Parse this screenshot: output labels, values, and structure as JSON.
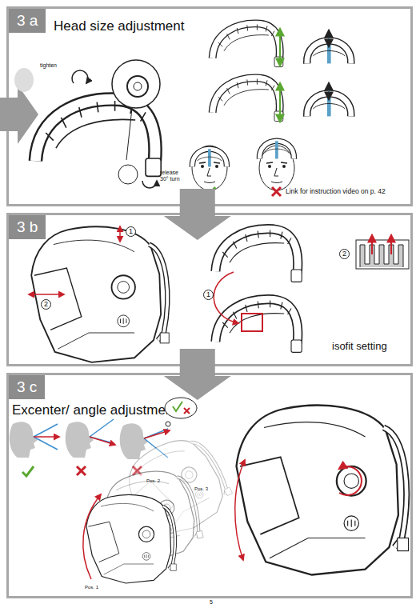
{
  "diagram": {
    "nodes": [
      {
        "text": [
          "3 a",
          "Head size adjustment"
        ]
      },
      {
        "text": [
          "3 b"
        ]
      },
      {
        "text": [
          "3 c",
          "Excenter/ angle adjustment"
        ]
      }
    ],
    "edges": [
      {
        "from": 0,
        "to": 1,
        "arrow": "to"
      },
      {
        "from": 1,
        "to": 2,
        "arrow": "to"
      }
    ],
    "labels": [
      "tighten",
      "release 30° turn",
      "Link for instruction video on p. 42",
      "1",
      "2",
      "1",
      "2",
      "isofit setting",
      "Pos. 2",
      "Pos. 3",
      "Pos. 1",
      "5"
    ]
  }
}
